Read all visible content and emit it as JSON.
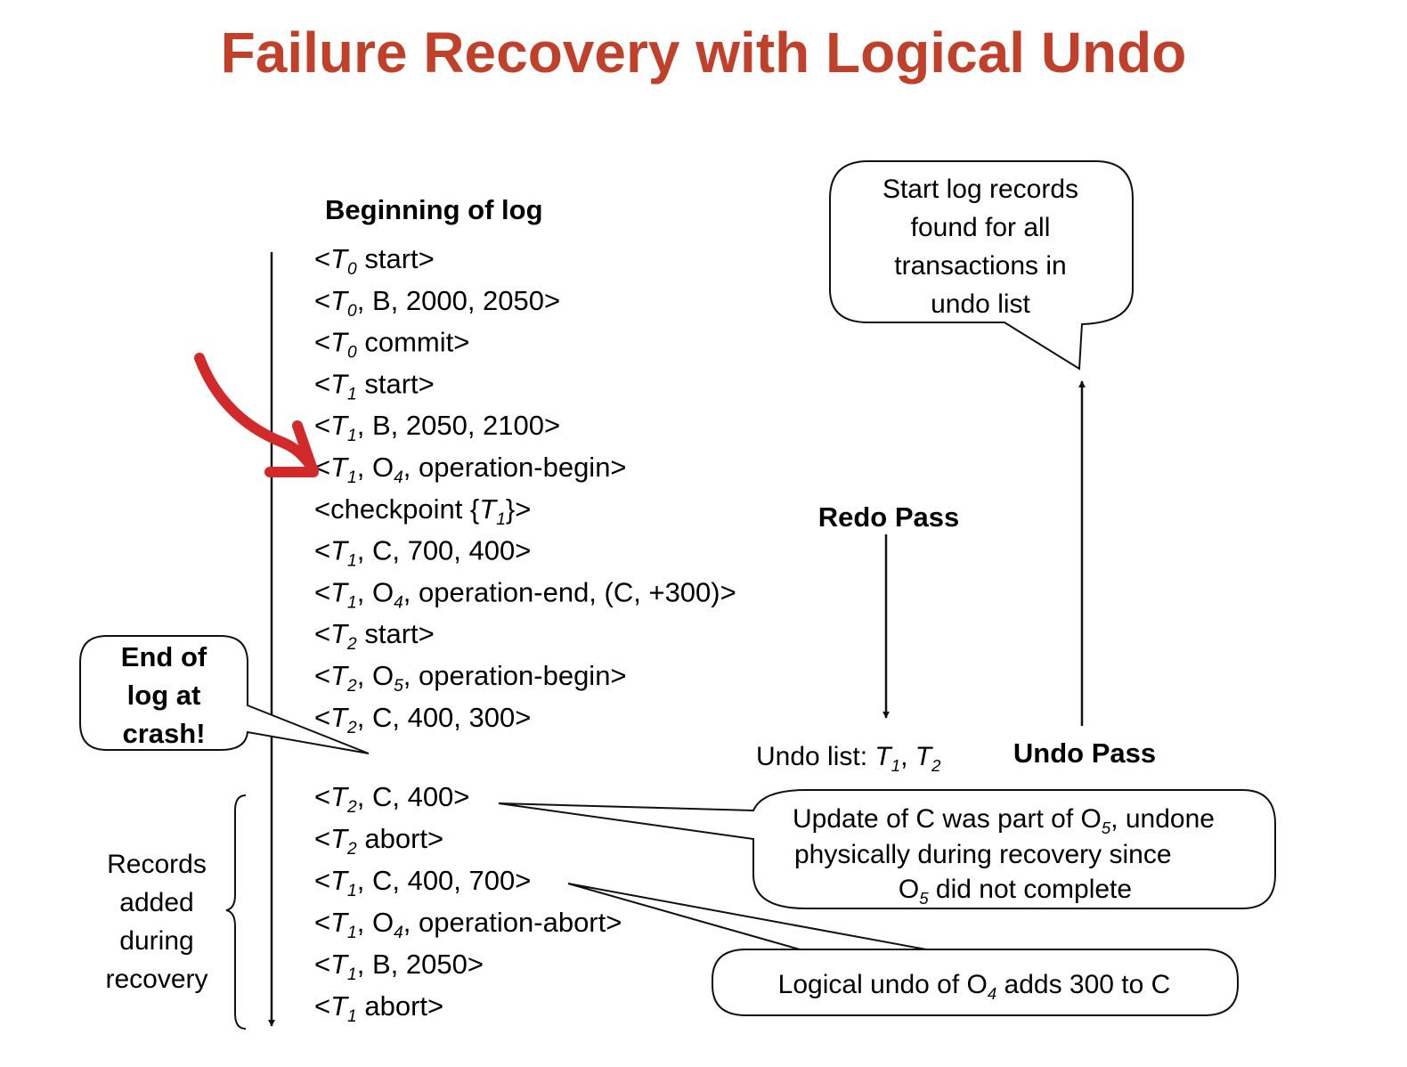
{
  "title": "Failure Recovery with Logical Undo",
  "colors": {
    "title": "#c0402a",
    "annotation_arrow": "#d22a2a",
    "ink": "#111111"
  },
  "log_header": "Beginning of log",
  "log_records": [
    {
      "parts": [
        {
          "t": "<"
        },
        {
          "t": "T",
          "i": true
        },
        {
          "t": "0",
          "sub": true
        },
        {
          "t": " start>"
        }
      ]
    },
    {
      "parts": [
        {
          "t": "<"
        },
        {
          "t": "T",
          "i": true
        },
        {
          "t": "0",
          "sub": true
        },
        {
          "t": ", B, 2000, 2050>"
        }
      ]
    },
    {
      "parts": [
        {
          "t": "<"
        },
        {
          "t": "T",
          "i": true
        },
        {
          "t": "0",
          "sub": true
        },
        {
          "t": " commit>"
        }
      ]
    },
    {
      "parts": [
        {
          "t": "<"
        },
        {
          "t": "T",
          "i": true
        },
        {
          "t": "1",
          "sub": true
        },
        {
          "t": " start>"
        }
      ]
    },
    {
      "parts": [
        {
          "t": "<"
        },
        {
          "t": "T",
          "i": true
        },
        {
          "t": "1",
          "sub": true
        },
        {
          "t": ", B, 2050, 2100>"
        }
      ]
    },
    {
      "parts": [
        {
          "t": "<"
        },
        {
          "t": "T",
          "i": true
        },
        {
          "t": "1",
          "sub": true
        },
        {
          "t": ", O"
        },
        {
          "t": "4",
          "sub": true
        },
        {
          "t": ", operation-begin>"
        }
      ]
    },
    {
      "parts": [
        {
          "t": "<checkpoint {"
        },
        {
          "t": "T",
          "i": true
        },
        {
          "t": "1",
          "sub": true
        },
        {
          "t": "}>"
        }
      ]
    },
    {
      "parts": [
        {
          "t": "<"
        },
        {
          "t": "T",
          "i": true
        },
        {
          "t": "1",
          "sub": true
        },
        {
          "t": ", C, 700, 400>"
        }
      ]
    },
    {
      "parts": [
        {
          "t": "<"
        },
        {
          "t": "T",
          "i": true
        },
        {
          "t": "1",
          "sub": true
        },
        {
          "t": ", O"
        },
        {
          "t": "4",
          "sub": true
        },
        {
          "t": ", operation-end, (C, +300)>"
        }
      ]
    },
    {
      "parts": [
        {
          "t": "<"
        },
        {
          "t": "T",
          "i": true
        },
        {
          "t": "2",
          "sub": true
        },
        {
          "t": " start>"
        }
      ]
    },
    {
      "parts": [
        {
          "t": "<"
        },
        {
          "t": "T",
          "i": true
        },
        {
          "t": "2",
          "sub": true
        },
        {
          "t": ", O"
        },
        {
          "t": "5",
          "sub": true
        },
        {
          "t": ", operation-begin>"
        }
      ]
    },
    {
      "parts": [
        {
          "t": "<"
        },
        {
          "t": "T",
          "i": true
        },
        {
          "t": "2",
          "sub": true
        },
        {
          "t": ", C, 400, 300>"
        }
      ]
    }
  ],
  "recovery_records": [
    {
      "parts": [
        {
          "t": "<"
        },
        {
          "t": "T",
          "i": true
        },
        {
          "t": "2",
          "sub": true
        },
        {
          "t": ", C, 400>"
        }
      ]
    },
    {
      "parts": [
        {
          "t": "<"
        },
        {
          "t": "T",
          "i": true
        },
        {
          "t": "2",
          "sub": true
        },
        {
          "t": " abort>"
        }
      ]
    },
    {
      "parts": [
        {
          "t": "<"
        },
        {
          "t": "T",
          "i": true
        },
        {
          "t": "1",
          "sub": true
        },
        {
          "t": ", C, 400, 700>"
        }
      ]
    },
    {
      "parts": [
        {
          "t": "<"
        },
        {
          "t": "T",
          "i": true
        },
        {
          "t": "1",
          "sub": true
        },
        {
          "t": ", O"
        },
        {
          "t": "4",
          "sub": true
        },
        {
          "t": ", operation-abort>"
        }
      ]
    },
    {
      "parts": [
        {
          "t": "<"
        },
        {
          "t": "T",
          "i": true
        },
        {
          "t": "1",
          "sub": true
        },
        {
          "t": ", B, 2050>"
        }
      ]
    },
    {
      "parts": [
        {
          "t": "<"
        },
        {
          "t": "T",
          "i": true
        },
        {
          "t": "1",
          "sub": true
        },
        {
          "t": " abort>"
        }
      ]
    }
  ],
  "end_of_log_note": [
    "End of",
    "log at",
    "crash!"
  ],
  "records_added_note": [
    "Records",
    "added",
    "during",
    "recovery"
  ],
  "start_records_note": [
    "Start log records",
    "found for all",
    "transactions in",
    "undo list"
  ],
  "redo_pass_label": "Redo Pass",
  "undo_pass_label": "Undo Pass",
  "undo_list": {
    "parts": [
      {
        "t": "Undo list: "
      },
      {
        "t": "T",
        "i": true
      },
      {
        "t": "1",
        "sub": true
      },
      {
        "t": ", "
      },
      {
        "t": "T",
        "i": true
      },
      {
        "t": "2",
        "sub": true
      }
    ]
  },
  "update_c_note": [
    {
      "parts": [
        {
          "t": "Update of C was part of O"
        },
        {
          "t": "5",
          "sub": true
        },
        {
          "t": ", undone"
        }
      ]
    },
    {
      "parts": [
        {
          "t": "physically during  recovery since"
        }
      ]
    },
    {
      "parts": [
        {
          "t": "O"
        },
        {
          "t": "5",
          "sub": true
        },
        {
          "t": " did not complete"
        }
      ]
    }
  ],
  "logical_undo_note": {
    "parts": [
      {
        "t": "Logical  undo of O"
      },
      {
        "t": "4",
        "sub": true
      },
      {
        "t": " adds 300 to C"
      }
    ]
  }
}
